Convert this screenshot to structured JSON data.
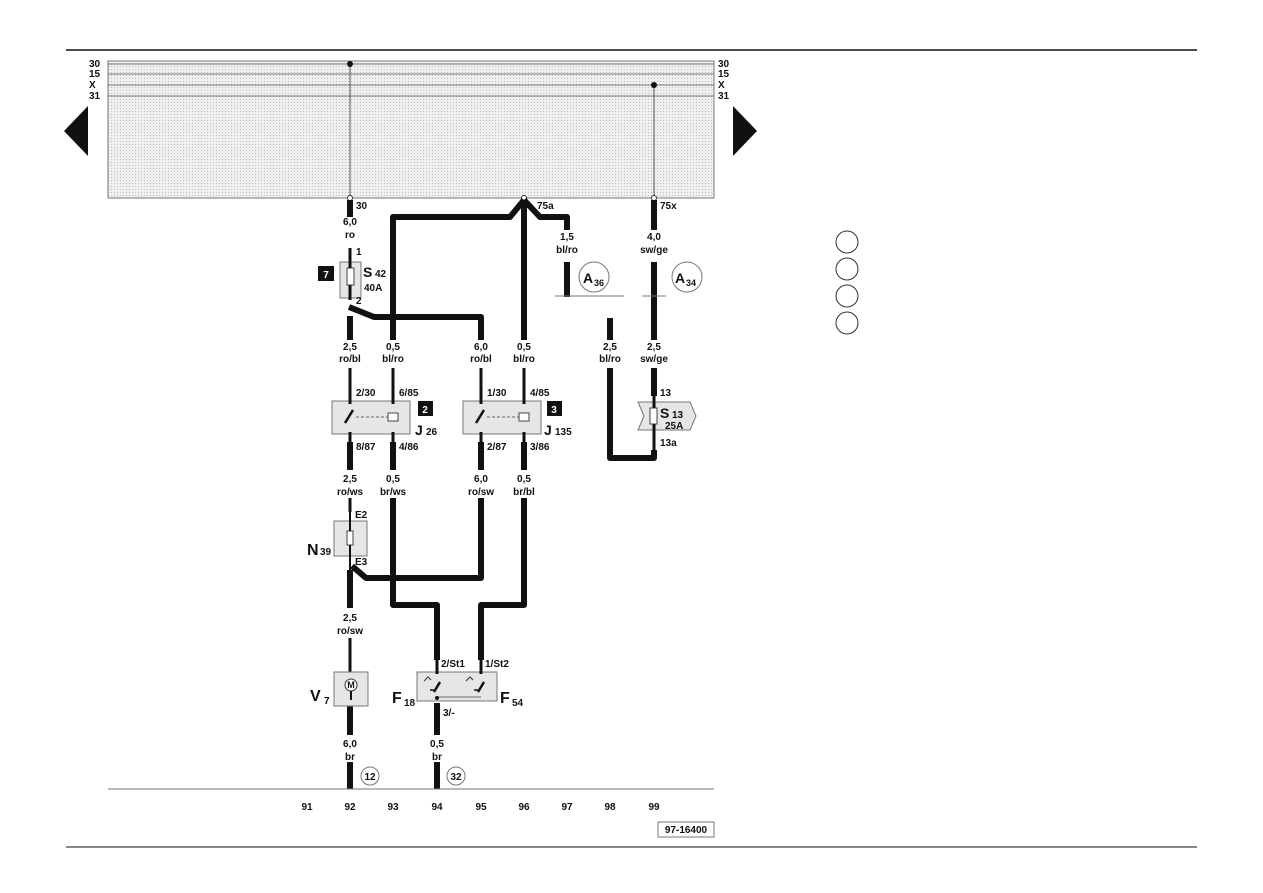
{
  "rails": [
    "30",
    "15",
    "X",
    "31"
  ],
  "drawing_number": "97-16400",
  "columns": [
    "91",
    "92",
    "93",
    "94",
    "95",
    "96",
    "97",
    "98",
    "99"
  ],
  "bus_outputs": {
    "t30": "30",
    "t75a": "75a",
    "t75x": "75x"
  },
  "wires": [
    {
      "size": "6,0",
      "color": "ro"
    },
    {
      "size": "1,5",
      "color": "bl/ro"
    },
    {
      "size": "4,0",
      "color": "sw/ge"
    },
    {
      "size": "2,5",
      "color": "ro/bl"
    },
    {
      "size": "0,5",
      "color": "bl/ro"
    },
    {
      "size": "6,0",
      "color": "ro/bl"
    },
    {
      "size": "0,5",
      "color": "bl/ro"
    },
    {
      "size": "2,5",
      "color": "bl/ro"
    },
    {
      "size": "2,5",
      "color": "sw/ge"
    },
    {
      "size": "2,5",
      "color": "ro/ws"
    },
    {
      "size": "0,5",
      "color": "br/ws"
    },
    {
      "size": "6,0",
      "color": "ro/sw"
    },
    {
      "size": "0,5",
      "color": "br/bl"
    },
    {
      "size": "2,5",
      "color": "ro/sw"
    },
    {
      "size": "6,0",
      "color": "br"
    },
    {
      "size": "0,5",
      "color": "br"
    }
  ],
  "pins": {
    "s42_1": "1",
    "s42_2": "2",
    "j26_a": "2/30",
    "j26_b": "6/85",
    "j26_c": "8/87",
    "j26_d": "4/86",
    "j135_a": "1/30",
    "j135_b": "4/85",
    "j135_c": "2/87",
    "j135_d": "3/86",
    "s13_a": "13",
    "s13_b": "13a",
    "n39_a": "E2",
    "n39_b": "E3",
    "f_a": "2/St1",
    "f_b": "1/St2",
    "f_c": "3/-"
  },
  "components": {
    "s42": {
      "letter": "S",
      "sub": "42",
      "rating": "40A",
      "badge": "7"
    },
    "j26": {
      "letter": "J",
      "sub": "26",
      "badge": "2"
    },
    "j135": {
      "letter": "J",
      "sub": "135",
      "badge": "3"
    },
    "s13": {
      "letter": "S",
      "sub": "13",
      "rating": "25A"
    },
    "n39": {
      "letter": "N",
      "sub": "39"
    },
    "v7": {
      "letter": "V",
      "sub": "7",
      "symbol": "M"
    },
    "f18": {
      "letter": "F",
      "sub": "18"
    },
    "f54": {
      "letter": "F",
      "sub": "54"
    },
    "a36": {
      "letter": "A",
      "sub": "36"
    },
    "a34": {
      "letter": "A",
      "sub": "34"
    }
  },
  "ground_points": [
    "12",
    "32"
  ],
  "nav": {
    "prev": "arrow-left-icon",
    "next": "arrow-right-icon"
  }
}
